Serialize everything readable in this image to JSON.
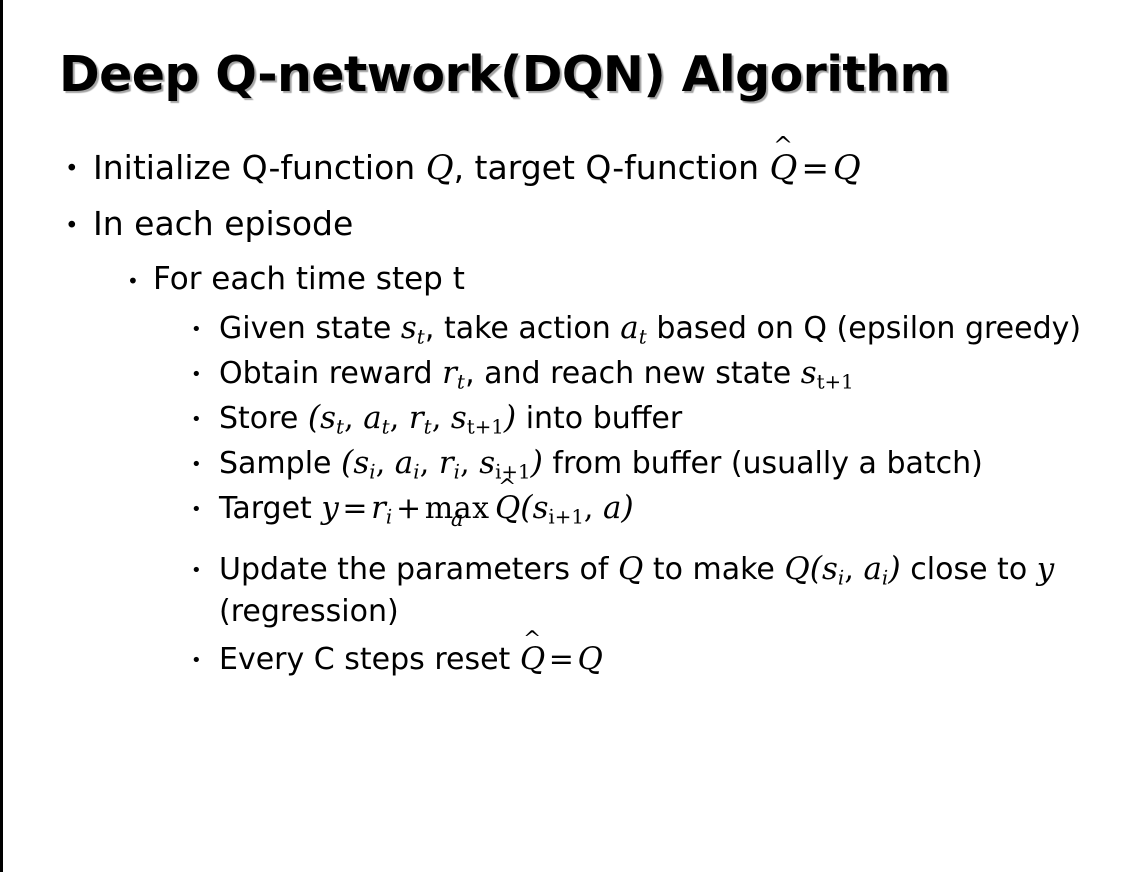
{
  "slide": {
    "title": "Deep Q-network(DQN) Algorithm",
    "background_color": "#ffffff",
    "text_color": "#000000",
    "border_color": "#000000",
    "bullet_glyph": "•"
  },
  "bullets": {
    "b1": {
      "level": 2,
      "pre": "Initialize Q-function ",
      "var_q1": "Q",
      "mid": ", target Q-function ",
      "var_qhat": "Q",
      "hat": "^",
      "eq": "=",
      "var_q2": "Q"
    },
    "b2": {
      "level": 2,
      "text": "In each episode"
    },
    "b3": {
      "level": 3,
      "text": "For each time step t"
    },
    "b4": {
      "level": 4,
      "pre": "Given state ",
      "var_s": "s",
      "sub_t1": "t",
      "mid": ", take action ",
      "var_a": "a",
      "sub_t2": "t",
      "post": " based on Q (epsilon greedy)"
    },
    "b5": {
      "level": 4,
      "pre": "Obtain reward ",
      "var_r": "r",
      "sub_t": "t",
      "mid": ", and reach new state ",
      "var_s": "s",
      "sub_t1": "t+1"
    },
    "b6": {
      "level": 4,
      "pre": "Store ",
      "paren_open": "(",
      "var_s1": "s",
      "sub_s1": "t",
      "comma1": ", ",
      "var_a": "a",
      "sub_a": "t",
      "comma2": ", ",
      "var_r": "r",
      "sub_r": "t",
      "comma3": ", ",
      "var_s2": "s",
      "sub_s2": "t+1",
      "paren_close": ")",
      "post": " into buffer"
    },
    "b7": {
      "level": 4,
      "pre": "Sample ",
      "paren_open": "(",
      "var_s1": "s",
      "sub_s1": "i",
      "comma1": ", ",
      "var_a": "a",
      "sub_a": "i",
      "comma2": ", ",
      "var_r": "r",
      "sub_r": "i",
      "comma3": ", ",
      "var_s2": "s",
      "sub_s2": "i+1",
      "paren_close": ")",
      "post": " from buffer (usually a batch)"
    },
    "b8": {
      "level": 4,
      "pre": "Target ",
      "var_y": "y",
      "eq": "=",
      "var_r": "r",
      "sub_r": "i",
      "plus": "+",
      "max_op": "max",
      "max_sub": "a",
      "var_qhat": "Q",
      "hat": "^",
      "paren_open": "(",
      "var_s": "s",
      "sub_s": "i+1",
      "comma": ", ",
      "var_a": "a",
      "paren_close": ")"
    },
    "b9": {
      "level": 4,
      "pre": "Update the parameters of ",
      "var_q1": "Q",
      "mid": " to make ",
      "var_q2": "Q",
      "paren_open": "(",
      "var_s": "s",
      "sub_s": "i",
      "comma": ", ",
      "var_a": "a",
      "sub_a": "i",
      "paren_close": ")",
      "post": " close to ",
      "var_y": "y",
      "tail": " (regression)"
    },
    "b10": {
      "level": 4,
      "pre": "Every C steps reset ",
      "var_qhat": "Q",
      "hat": "^",
      "eq": "=",
      "var_q": "Q"
    }
  }
}
